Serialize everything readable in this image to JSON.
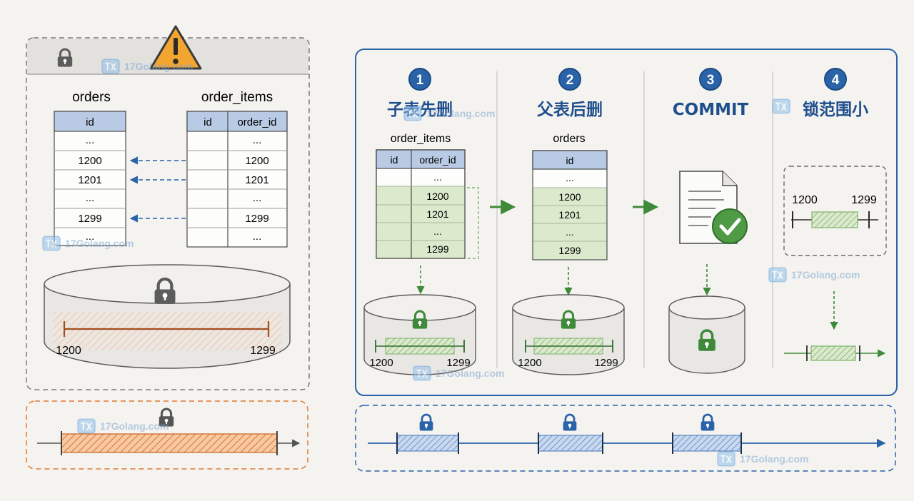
{
  "left_panel": {
    "orders_table": {
      "title": "orders",
      "header": "id",
      "rows": [
        "...",
        "1200",
        "1201",
        "...",
        "1299",
        "..."
      ]
    },
    "items_table": {
      "title": "order_items",
      "headers": [
        "id",
        "order_id"
      ],
      "rows": [
        "...",
        "1200",
        "1201",
        "...",
        "1299",
        "..."
      ]
    },
    "range_start": "1200",
    "range_end": "1299"
  },
  "steps": [
    {
      "number": "1",
      "title": "子表先删",
      "table_title": "order_items",
      "table_headers": [
        "id",
        "order_id"
      ],
      "table_rows": [
        "...",
        "1200",
        "1201",
        "...",
        "1299"
      ],
      "range_start": "1200",
      "range_end": "1299"
    },
    {
      "number": "2",
      "title": "父表后删",
      "table_title": "orders",
      "table_headers": [
        "id"
      ],
      "table_rows": [
        "...",
        "1200",
        "1201",
        "...",
        "1299"
      ],
      "range_start": "1200",
      "range_end": "1299"
    },
    {
      "number": "3",
      "title": "COMMIT"
    },
    {
      "number": "4",
      "title": "锁范围小",
      "range_start": "1200",
      "range_end": "1299"
    }
  ],
  "watermark": "17Golang.com",
  "colors": {
    "blue": "#2a63a8",
    "navy": "#1f4e8c",
    "orange": "#e07a2e",
    "brown": "#a34e1e",
    "green": "#3f8a3a",
    "green_fill": "#dbe9cd",
    "header_fill": "#b9cbe4",
    "gray": "#6b6b6b"
  }
}
